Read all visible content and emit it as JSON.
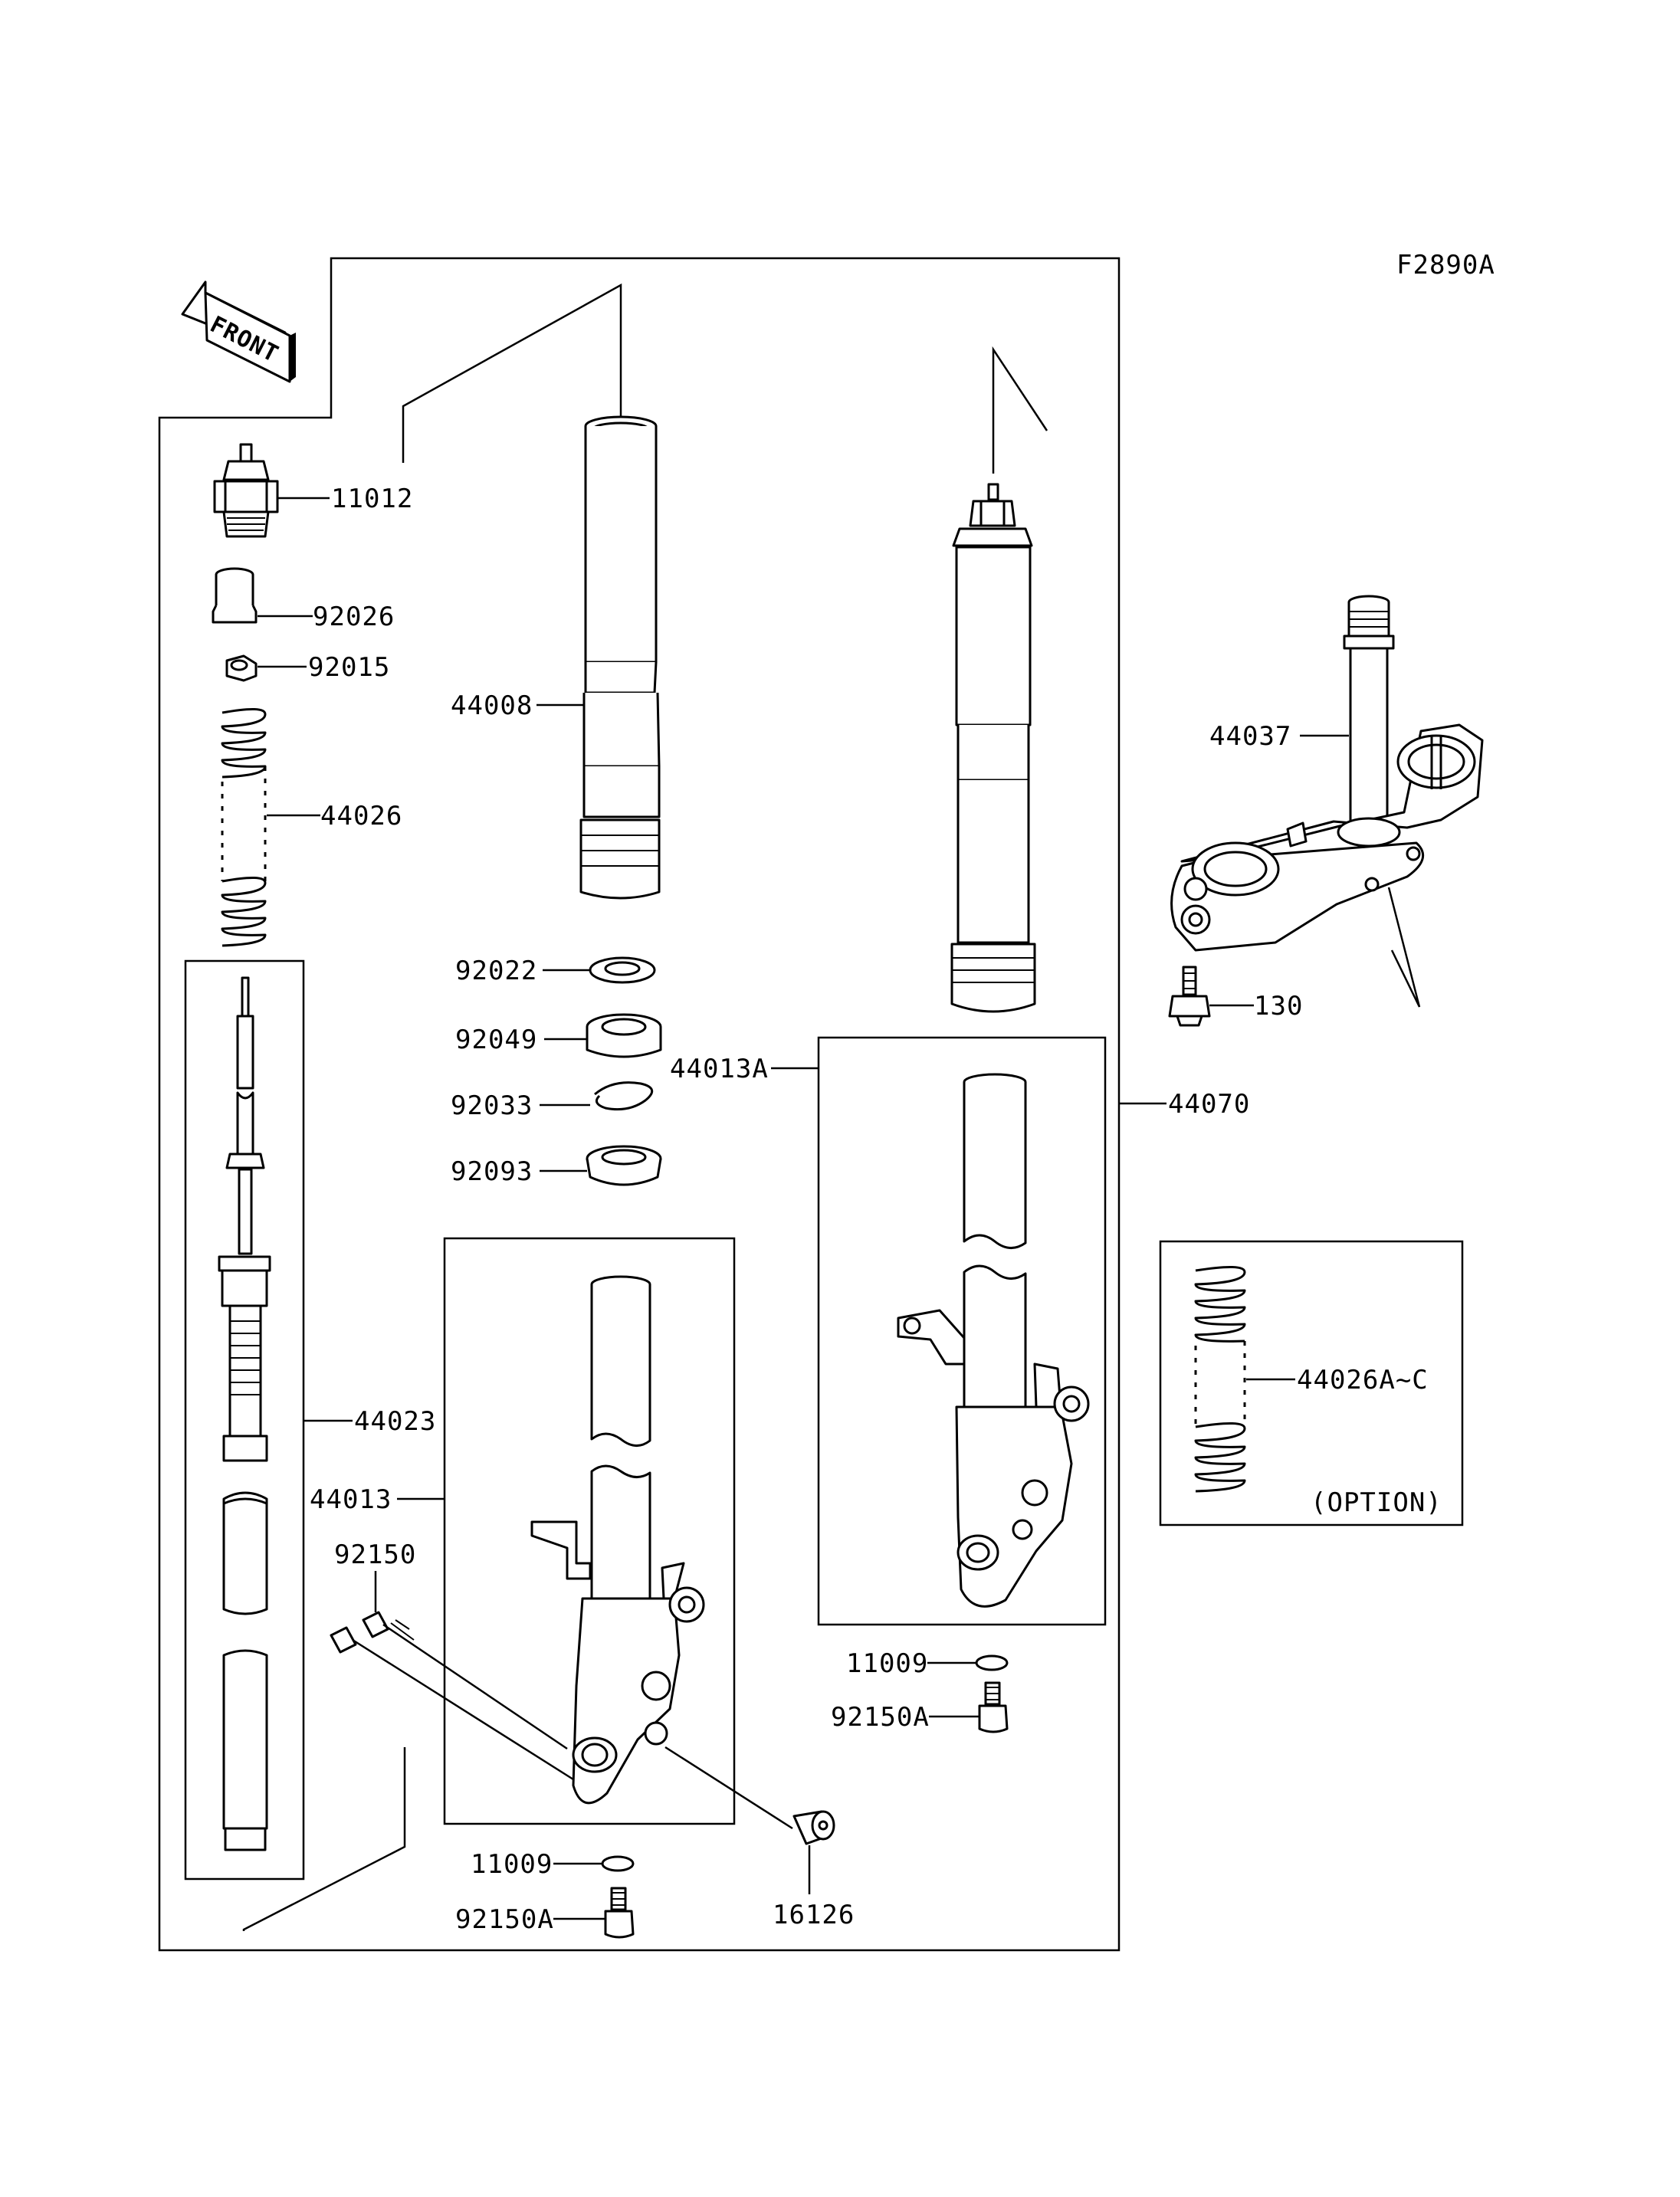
{
  "figure_code": "F2890A",
  "front_arrow_label": "FRONT",
  "option_label": "(OPTION)",
  "callouts": {
    "c11012": "11012",
    "c92026": "92026",
    "c92015": "92015",
    "c44026": "44026",
    "c44008": "44008",
    "c92022": "92022",
    "c92049": "92049",
    "c92033": "92033",
    "c92093": "92093",
    "c44013A": "44013A",
    "c44070": "44070",
    "c44037": "44037",
    "c130": "130",
    "c44026AC": "44026A~C",
    "c44023": "44023",
    "c44013": "44013",
    "c92150": "92150",
    "c11009_right": "11009",
    "c92150A_right": "92150A",
    "c11009_bottom": "11009",
    "c92150A_bottom": "92150A",
    "c16126": "16126"
  },
  "colors": {
    "ink": "#000000",
    "paper": "#ffffff"
  }
}
